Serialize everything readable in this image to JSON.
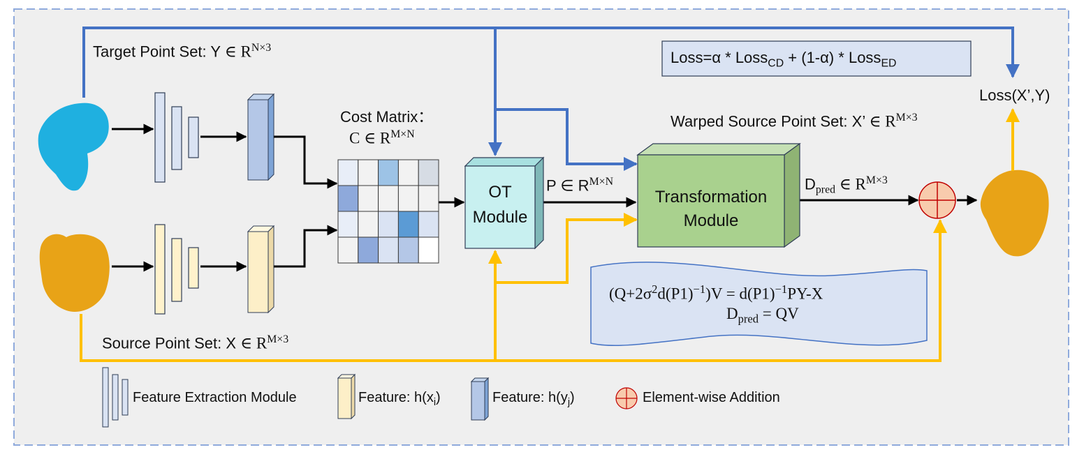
{
  "target_set": {
    "label": "Target Point Set: Y ",
    "symbol": "∈ R",
    "sup": "N×3"
  },
  "source_set": {
    "label": "Source Point Set: X ",
    "symbol": "∈ R",
    "sup": "M×3"
  },
  "cost_matrix": {
    "title": "Cost Matrix：",
    "symbol": "C ∈ R",
    "sup": "M×N"
  },
  "ot_module": {
    "line1": "OT",
    "line2": "Module"
  },
  "p_label": {
    "text": "P ∈ R",
    "sup": "M×N"
  },
  "transformation_module": {
    "line1": "Transformation",
    "line2": "Module"
  },
  "warped_set": {
    "label": "Warped Source Point Set: X’ ",
    "symbol": "∈ R",
    "sup": "M×3"
  },
  "dpred_label": {
    "base": "D",
    "sub": "pred",
    "rest": " ∈ R",
    "sup": "M×3"
  },
  "loss_output": "Loss(X’,Y)",
  "loss_formula": {
    "a": "Loss=α * Loss",
    "sub1": "CD",
    "b": " + (1-α) * Loss",
    "sub2": "ED"
  },
  "equation": {
    "line1a": "(Q+2σ",
    "sq": "2",
    "line1b": "d(P1)",
    "inv1": "−1",
    "line1c": ")V = d(P1)",
    "inv2": "−1",
    "line1d": "PY-X",
    "line2a": "D",
    "line2sub": "pred",
    "line2b": " = QV"
  },
  "legend": {
    "feature_extraction": "Feature Extraction Module",
    "feature_x_prefix": "Feature: h(x",
    "feature_x_sub": "i",
    "feature_x_suffix": ")",
    "feature_y_prefix": "Feature: h(y",
    "feature_y_sub": "j",
    "feature_y_suffix": ")",
    "addition": "Element-wise Addition"
  },
  "colors": {
    "blue_arrow": "#4472c4",
    "yellow_arrow": "#ffc000",
    "target_shape": "#1fb0e0",
    "source_shape": "#e8a317",
    "ot_box": "#c8f0f0",
    "transform_box": "#a9d18e",
    "adder": "#f8cbad",
    "panel_bg": "#efefef",
    "formula_box": "#dae3f3"
  }
}
